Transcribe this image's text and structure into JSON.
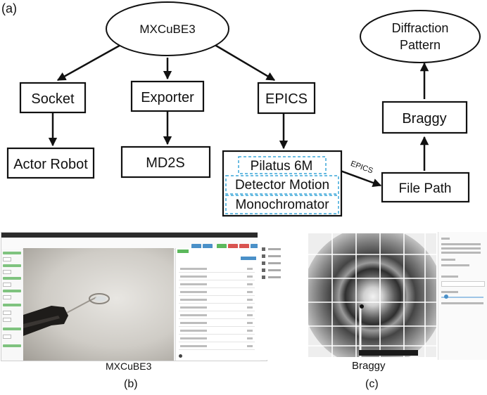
{
  "panel_labels": {
    "a": "(a)",
    "b": "(b)",
    "c": "(c)"
  },
  "nodes": {
    "mxcube3": "MXCuBE3",
    "socket": "Socket",
    "exporter": "Exporter",
    "epics": "EPICS",
    "actor_robot": "Actor Robot",
    "md2s": "MD2S",
    "pilatus": "Pilatus 6M",
    "detector_motion": "Detector Motion",
    "monochromator": "Monochromator",
    "file_path": "File Path",
    "braggy": "Braggy",
    "diffraction_line1": "Diffraction",
    "diffraction_line2": "Pattern"
  },
  "edge_labels": {
    "pilatus_to_filepath": "EPICS"
  },
  "captions": {
    "b": "MXCuBE3",
    "c": "Braggy"
  },
  "colors": {
    "line": "#111111",
    "dashed_box": "#3aa6d8",
    "mxcube_toolbar": "#3b6ea5",
    "status_green": "#5cb85c",
    "status_red": "#d9534f",
    "status_blue": "#4a90c8"
  }
}
